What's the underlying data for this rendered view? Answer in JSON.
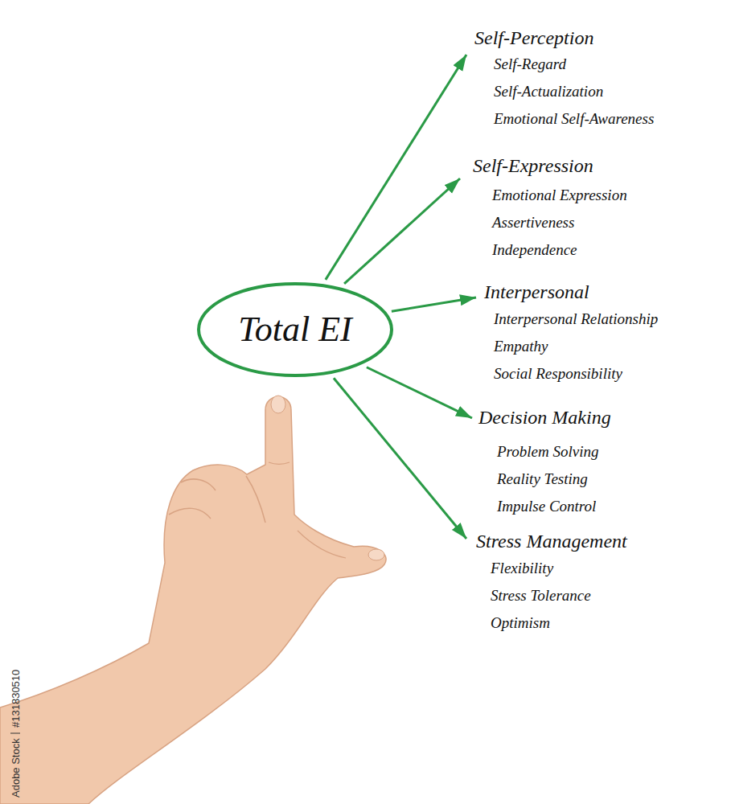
{
  "diagram": {
    "nodes": [
      {
        "text": [
          "Total EI"
        ]
      },
      {
        "text": [
          "Self-Perception",
          "Self-Regard",
          "Self-Actualization",
          "Emotional Self-Awareness"
        ]
      },
      {
        "text": [
          "Self-Expression",
          "Emotional Expression",
          "Assertiveness",
          "Independence"
        ]
      },
      {
        "text": [
          "Interpersonal",
          "Interpersonal Relationship",
          "Empathy",
          "Social Responsibility"
        ]
      },
      {
        "text": [
          "Decision Making",
          "Problem Solving",
          "Reality Testing",
          "Impulse Control"
        ]
      },
      {
        "text": [
          "Stress Management",
          "Flexibility",
          "Stress Tolerance",
          "Optimism"
        ]
      }
    ],
    "edges": [
      {
        "from": 0,
        "to": 1,
        "arrow": "to"
      },
      {
        "from": 0,
        "to": 2,
        "arrow": "to"
      },
      {
        "from": 0,
        "to": 3,
        "arrow": "to"
      },
      {
        "from": 0,
        "to": 4,
        "arrow": "to"
      },
      {
        "from": 0,
        "to": 5,
        "arrow": "to"
      }
    ],
    "labels": [
      "Adobe Stock",
      "#131830510"
    ]
  }
}
